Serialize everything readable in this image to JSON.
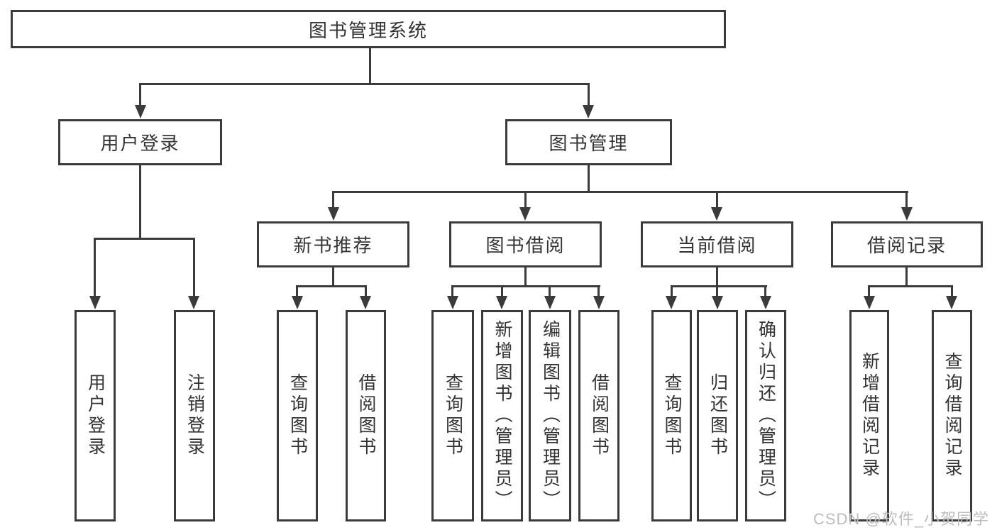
{
  "root": {
    "label": "图书管理系统"
  },
  "branches": {
    "user_login": {
      "label": "用户登录",
      "children": {
        "login": "用户登录",
        "logout": "注销登录"
      }
    },
    "book_mgmt": {
      "label": "图书管理"
    }
  },
  "modules": {
    "new_book_rec": {
      "label": "新书推荐",
      "children": {
        "search": "查询图书",
        "borrow": "借阅图书"
      }
    },
    "book_borrow": {
      "label": "图书借阅",
      "children": {
        "search": "查询图书",
        "add": "新增图书（管理员）",
        "edit": "编辑图书（管理员）",
        "borrow": "借阅图书"
      }
    },
    "current_borrow": {
      "label": "当前借阅",
      "children": {
        "search": "查询图书",
        "return": "归还图书",
        "confirm": "确认归还（管理员）"
      }
    },
    "borrow_records": {
      "label": "借阅记录",
      "children": {
        "add": "新增借阅记录",
        "search": "查询借阅记录"
      }
    }
  },
  "watermark": {
    "text": "CSDN @软件_小贺同学"
  },
  "colors": {
    "line": "#3b3b3b",
    "text": "#333333",
    "watermark": "#bdbdbd",
    "background": "#ffffff"
  }
}
